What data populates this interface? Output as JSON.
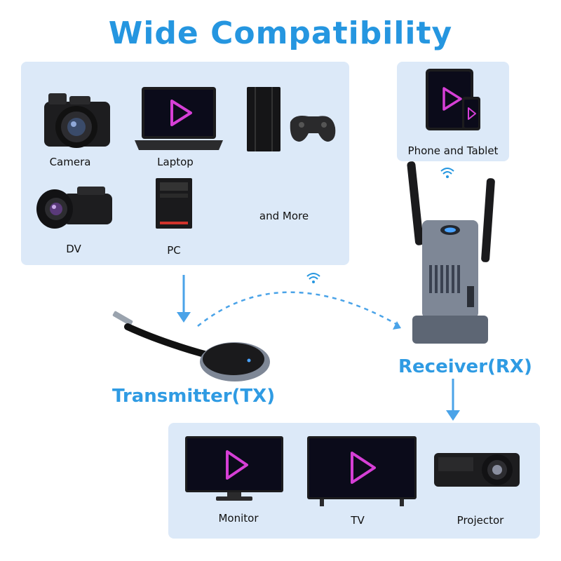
{
  "title": "Wide Compatibility",
  "sources": {
    "items": [
      {
        "label": "Camera"
      },
      {
        "label": "Laptop"
      },
      {
        "label": "DV"
      },
      {
        "label": "PC"
      },
      {
        "label": "and More"
      }
    ]
  },
  "phone": {
    "label": "Phone and Tablet"
  },
  "transmitter": {
    "label": "Transmitter(TX)"
  },
  "receiver": {
    "label": "Receiver(RX)"
  },
  "displays": {
    "items": [
      {
        "label": "Monitor"
      },
      {
        "label": "TV"
      },
      {
        "label": "Projector"
      }
    ]
  },
  "colors": {
    "accent": "#2596e0",
    "panel": "#dce9f8",
    "play_icon": "#d63fd6"
  }
}
